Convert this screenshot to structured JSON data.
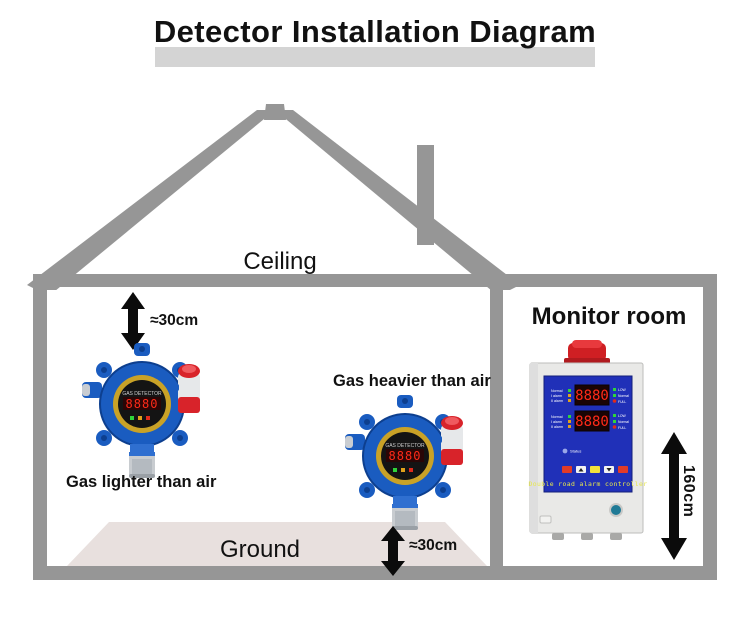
{
  "page": {
    "title": "Detector Installation Diagram",
    "background_color": "#ffffff",
    "title_band_color": "#d4d4d4"
  },
  "colors": {
    "structure_gray": "#969696",
    "ground_fill": "#e8e0de",
    "detector_blue": "#1a5cc0",
    "detector_bezel": "#c9a227",
    "alarm_red": "#d8232a",
    "panel_blue": "#2030b8",
    "cabinet_white": "#e9e9e7",
    "digit_red": "#ff2a18",
    "knob_teal": "#1f7a96"
  },
  "house": {
    "ceiling_label": "Ceiling",
    "ground_label": "Ground",
    "roof_name": "roof-gable",
    "chimney_name": "chimney"
  },
  "left_detector": {
    "caption": "Gas lighter than air",
    "dimension": "≈30cm",
    "display_value": "0",
    "display_digits": "8880",
    "brand_text": "GAS DETECTOR",
    "mount_note": "ceiling"
  },
  "right_detector": {
    "caption": "Gas heavier than air",
    "dimension": "≈30cm",
    "display_value": "0",
    "display_digits": "8880",
    "brand_text": "GAS DETECTOR",
    "mount_note": "ground"
  },
  "monitor_room": {
    "title": "Monitor room",
    "mount_height": "160cm",
    "controller": {
      "panel_caption": "Double road alarm controller",
      "status_label": "Status",
      "channel_labels": [
        "Normal",
        "I alarm",
        "II alarm"
      ],
      "right_labels": [
        "LOW",
        "Normal",
        "FULL"
      ],
      "channels": [
        {
          "display": "8880",
          "value": "0"
        },
        {
          "display": "8880",
          "value": "0"
        }
      ],
      "buttons": [
        {
          "name": "power-button",
          "color": "#e23b28"
        },
        {
          "name": "up-button",
          "color": "#f2f2f2",
          "glyph": "▲"
        },
        {
          "name": "set-button",
          "color": "#f2e23b"
        },
        {
          "name": "down-button",
          "color": "#f2f2f2",
          "glyph": "▼"
        },
        {
          "name": "reset-button",
          "color": "#e23b28"
        }
      ],
      "beacon": "red-strobe-beacon",
      "knob": "power-knob",
      "badge": "nameplate",
      "glands": 3
    }
  }
}
